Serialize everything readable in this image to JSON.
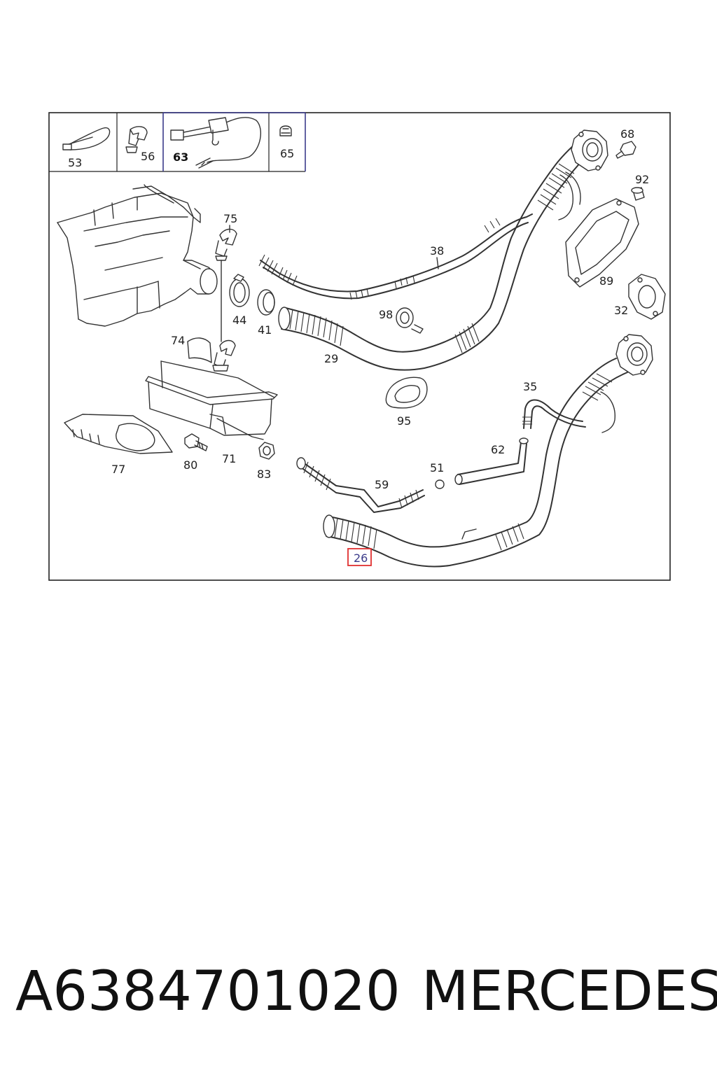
{
  "callouts": {
    "c53": "53",
    "c56": "56",
    "c63": "63",
    "c65": "65",
    "c68": "68",
    "c92": "92",
    "c75": "75",
    "c38": "38",
    "c89": "89",
    "c44": "44",
    "c41": "41",
    "c98": "98",
    "c32": "32",
    "c74": "74",
    "c29": "29",
    "c35": "35",
    "c95": "95",
    "c62": "62",
    "c77": "77",
    "c80": "80",
    "c71": "71",
    "c83": "83",
    "c51": "51",
    "c59": "59",
    "c26": "26"
  },
  "highlight": {
    "label": "26",
    "color": "#e03030"
  },
  "footer": {
    "part_number": "A6384701020",
    "brand": "MERCEDES"
  }
}
